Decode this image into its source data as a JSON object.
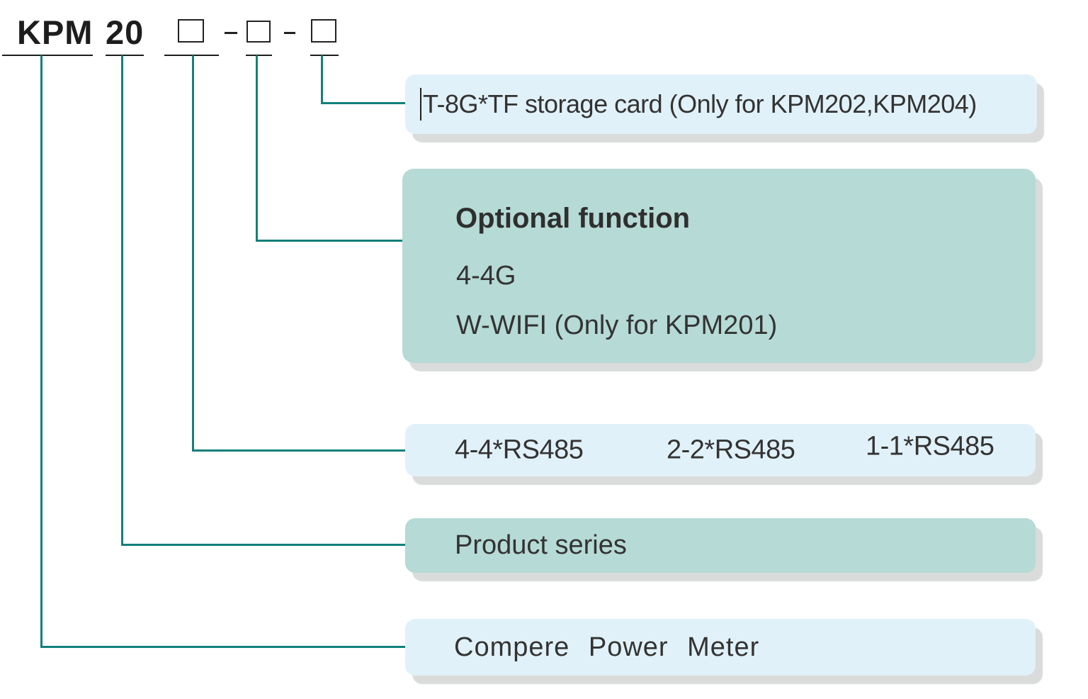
{
  "model": {
    "prefix": "KPM",
    "series": "20"
  },
  "callouts": {
    "storage_card": {
      "text": "T-8G*TF storage card (Only for KPM202,KPM204)"
    },
    "optional_function": {
      "heading": "Optional function",
      "options": [
        "4-4G",
        "W-WIFI (Only for KPM201)"
      ]
    },
    "comm_ports": {
      "options": [
        "4-4*RS485",
        "2-2*RS485",
        "1-1*RS485"
      ]
    },
    "product_series": {
      "text": "Product series"
    },
    "product_name": {
      "text": "Compere Power Meter"
    }
  },
  "colors": {
    "teal_line": "#13807b",
    "light_blue_box": "#e1f1f9",
    "teal_box": "#b6dad6",
    "shadow": "#dadbdb",
    "text": "#333333",
    "ink": "#1d1d1d"
  }
}
